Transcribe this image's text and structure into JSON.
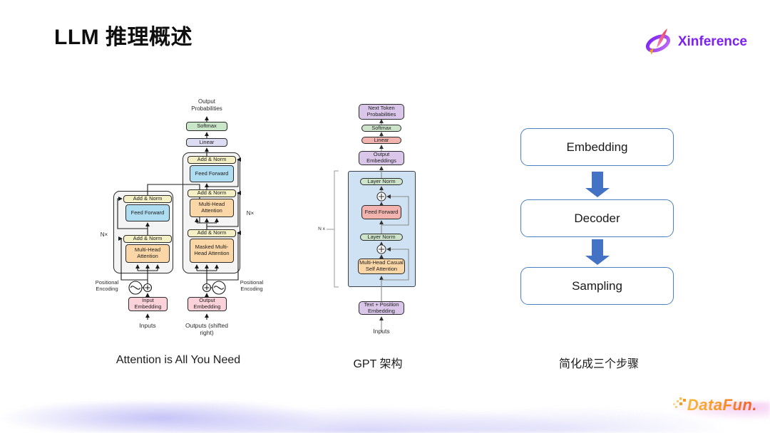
{
  "slide": {
    "title": "LLM 推理概述",
    "brand": {
      "name": "Xinference"
    },
    "footer": {
      "brand": "DataFun."
    }
  },
  "icons": {
    "brand_icon": "xinference-swoosh-icon",
    "footer_icon": "datafun-pixels-icon",
    "flow_arrow": "down-arrow-icon",
    "residual_add": "plus-circle-icon",
    "positional_signal": "sine-wave-circle-icon"
  },
  "colors": {
    "brand_purple": "#7b21f0",
    "datafun_orange": "#f59a23",
    "datafun_red": "#f1592a",
    "pipeline_arrow_blue": "#4472c4",
    "pipeline_border_blue": "#4a7fc1",
    "transformer_yellow": "#f4efc5",
    "transformer_blue": "#aedcf0",
    "transformer_orange": "#fbd6a6",
    "transformer_pink": "#fbd2da",
    "transformer_green": "#c9e6c9",
    "transformer_lavender": "#dcdcf2",
    "gpt_container_blue": "#cfe2f3",
    "gpt_lavender": "#d9c6e9",
    "gpt_salmon": "#f2b3af",
    "gpt_green": "#cde4cb"
  },
  "figures": {
    "transformer": {
      "caption": "Attention is All You Need",
      "output_probabilities": "Output Probabilities",
      "softmax": "Softmax",
      "linear": "Linear",
      "add_norm": "Add & Norm",
      "feed_forward": "Feed Forward",
      "multi_head_attention": "Multi-Head Attention",
      "masked_multi_head_attention": "Masked Multi-Head Attention",
      "input_embedding": "Input Embedding",
      "output_embedding": "Output Embedding",
      "inputs": "Inputs",
      "outputs": "Outputs (shifted right)",
      "positional_encoding": "Positional Encoding",
      "n_x": "N×"
    },
    "gpt": {
      "caption": "GPT 架构",
      "next_token_probabilities": "Next Token Probabilities",
      "softmax": "Softmax",
      "linear": "Linear",
      "output_embeddings": "Output Embeddings",
      "layer_norm": "Layer Norm",
      "feed_forward": "Feed Forward",
      "multi_head_casual_self_attention": "Multi-Head Casual Self Attention",
      "text_position_embedding": "Text + Position Embedding",
      "inputs": "Inputs",
      "n_x": "N x"
    },
    "pipeline": {
      "caption": "简化成三个步骤",
      "steps": [
        "Embedding",
        "Decoder",
        "Sampling"
      ]
    }
  }
}
